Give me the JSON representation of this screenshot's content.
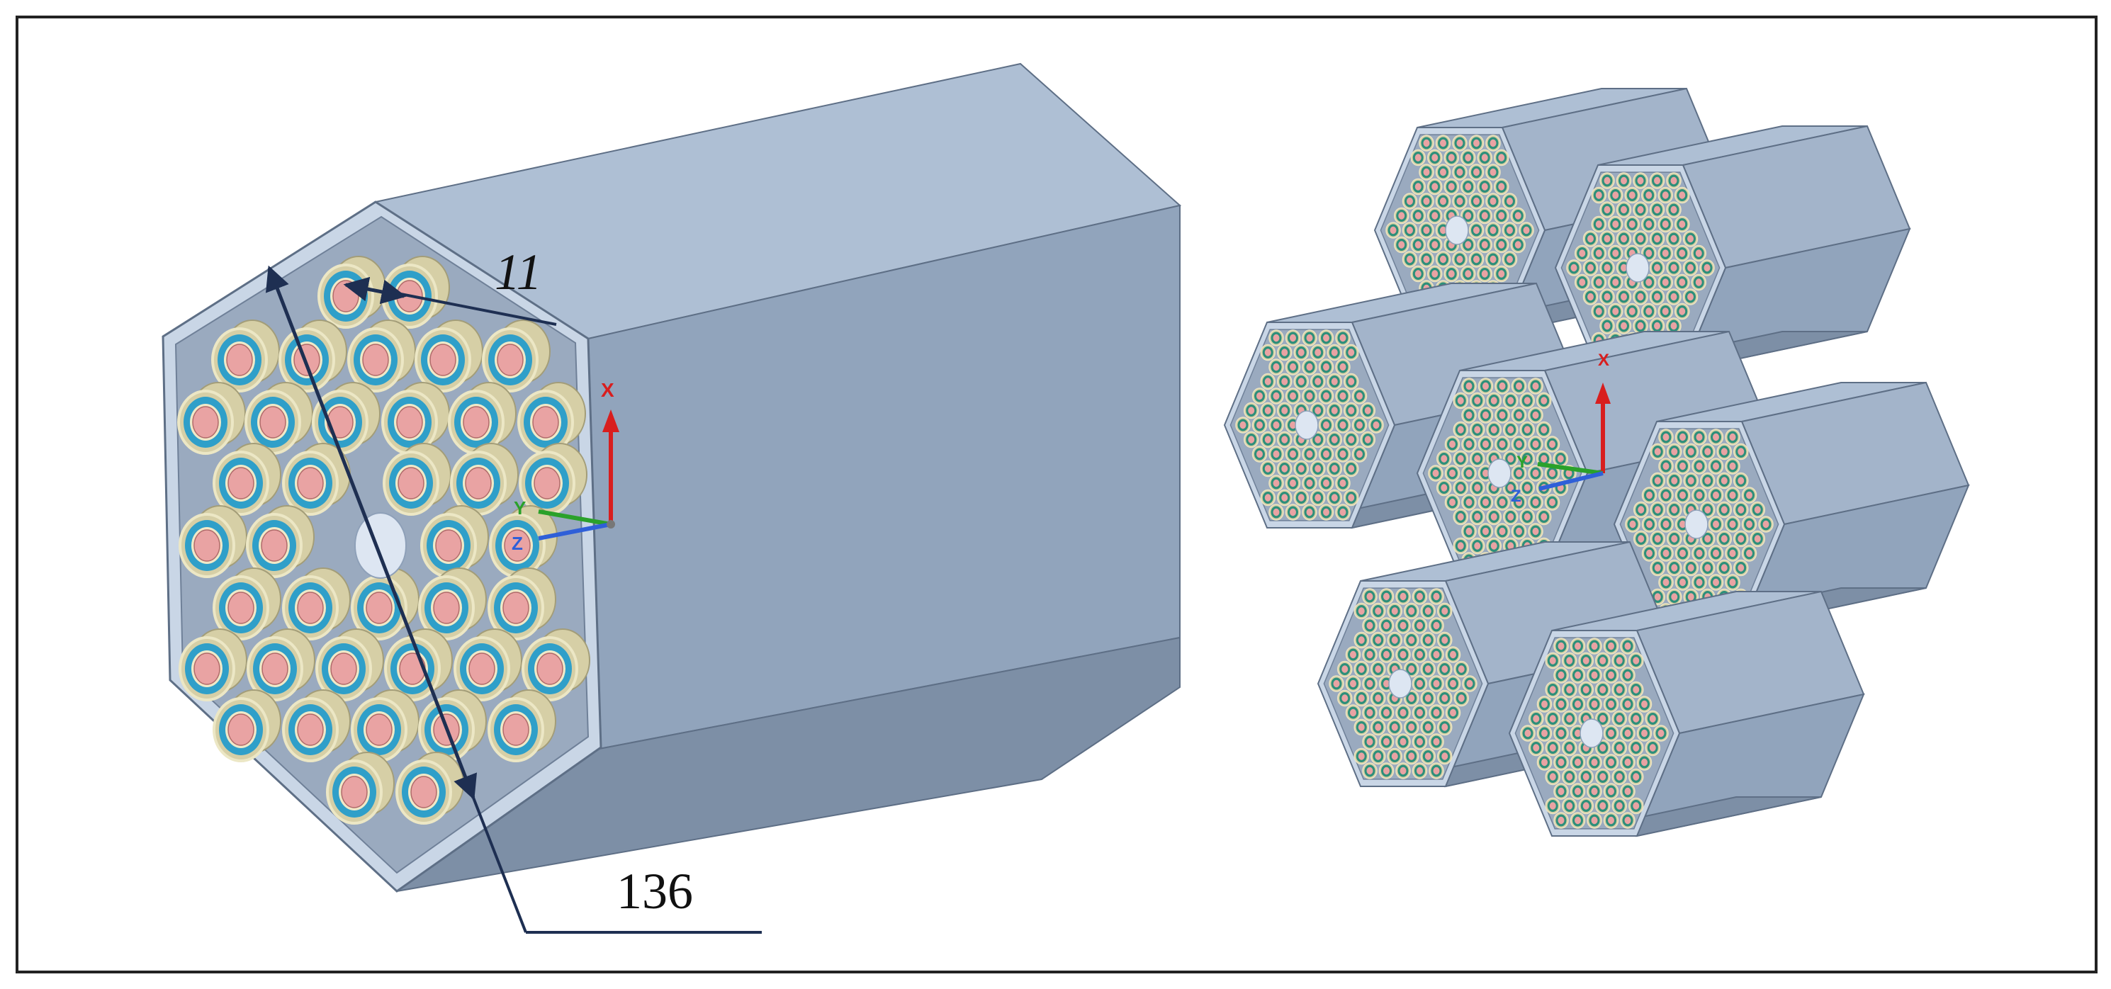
{
  "annotations": {
    "pitch_label": "11",
    "flat_to_flat_label": "136"
  },
  "triad": {
    "x_label": "X",
    "y_label": "Y",
    "z_label": "Z"
  },
  "colors": {
    "frame": "#222222",
    "duct_front_edge": "#c9d6e6",
    "duct_top": "#aebfd4",
    "duct_side": "#91a4bc",
    "duct_bottom": "#7d8fa6",
    "duct_inner": "#9aaabf",
    "rod_cladding": "#d6cfa6",
    "rod_ring_blue": "#2f9fc9",
    "rod_fuel": "#e9a3a3",
    "rod_ring_teal": "#2d8f7a",
    "hole": "#dde6f2",
    "leader": "#1e2f52",
    "axis_x": "#d81e1e",
    "axis_y": "#2aa12a",
    "axis_z": "#2f5fd8"
  }
}
